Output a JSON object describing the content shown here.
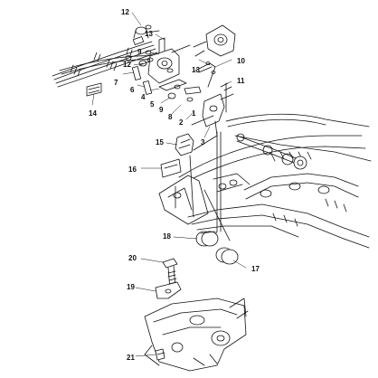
{
  "diagram": {
    "callouts": [
      "1",
      "2",
      "3",
      "4",
      "5",
      "6",
      "7",
      "8",
      "9",
      "10",
      "11",
      "12",
      "13",
      "14",
      "15",
      "16",
      "17",
      "18",
      "19",
      "20",
      "21"
    ]
  },
  "style": {
    "line_color": "#111111",
    "fill_color": "#ffffff"
  }
}
